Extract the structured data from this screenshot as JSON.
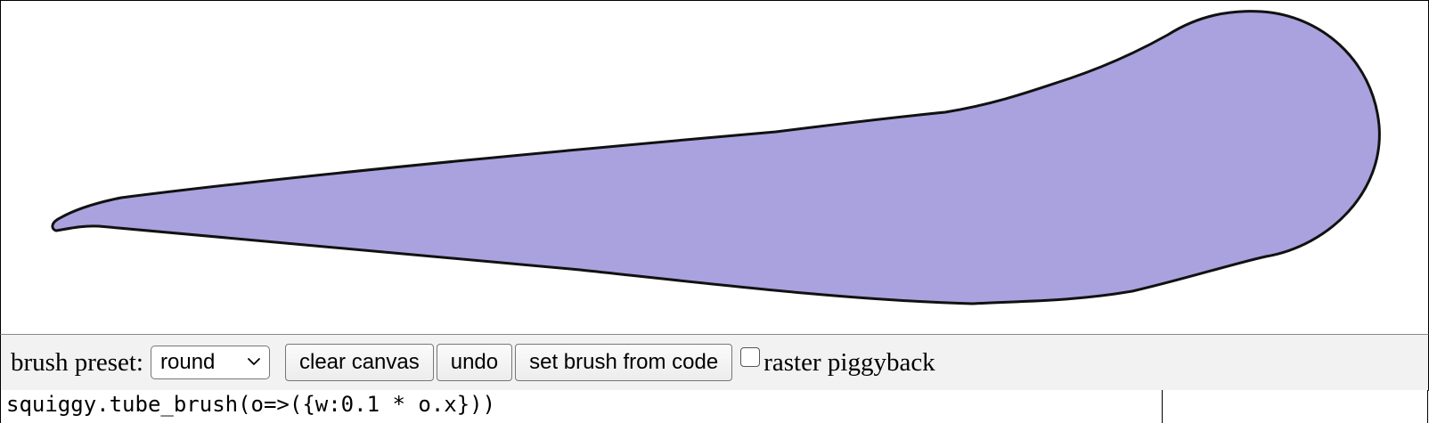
{
  "canvas": {
    "stroke_fill_color": "#a9a2de",
    "stroke_outline_color": "#111111"
  },
  "toolbar": {
    "brush_preset_label": "brush preset:",
    "brush_preset_value": "round",
    "clear_canvas_label": "clear canvas",
    "undo_label": "undo",
    "set_brush_label": "set brush from code",
    "raster_piggyback_label": "raster piggyback",
    "raster_piggyback_checked": false
  },
  "code_editor": {
    "value": "squiggy.tube_brush(o=>({w:0.1 * o.x}))"
  }
}
